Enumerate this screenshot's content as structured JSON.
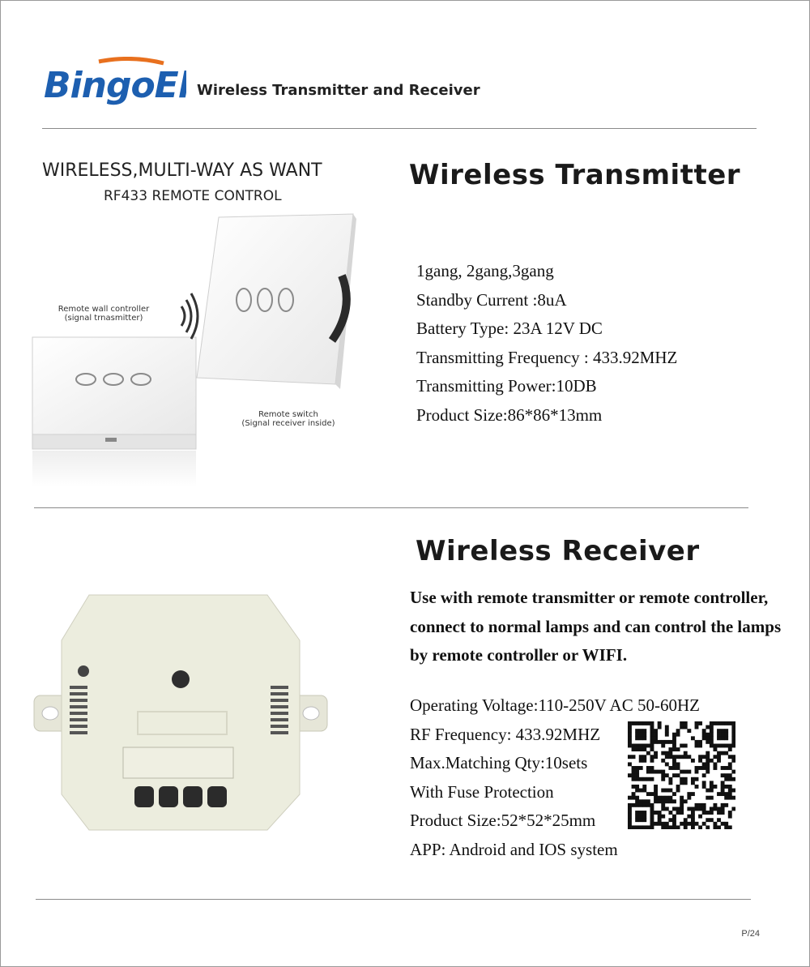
{
  "header": {
    "logo_text": "BingoElec",
    "title": "Wireless Transmitter and Receiver"
  },
  "transmitter": {
    "image": {
      "headline": "WIRELESS,MULTI-WAY AS WANT",
      "subline": "RF433 REMOTE CONTROL",
      "label_controller": "Remote wall controller",
      "label_controller_sub": "(signal trnasmitter)",
      "label_switch": "Remote switch",
      "label_switch_sub": "(Signal receiver inside)"
    },
    "title": "Wireless Transmitter",
    "specs": [
      "1gang, 2gang,3gang",
      "Standby Current :8uA",
      "Battery Type: 23A 12V DC",
      "Transmitting Frequency : 433.92MHZ",
      "Transmitting Power:10DB",
      "Product Size:86*86*13mm"
    ]
  },
  "receiver": {
    "title": "Wireless Receiver",
    "description": [
      "Use with remote transmitter or remote controller,",
      "connect to normal lamps and can control the lamps",
      "by remote controller or WIFI."
    ],
    "specs": [
      "Operating Voltage:110-250V AC 50-60HZ",
      "RF Frequency: 433.92MHZ",
      "Max.Matching Qty:10sets",
      "With Fuse Protection",
      "Product Size:52*52*25mm",
      "APP: Android and IOS system"
    ]
  },
  "footer": {
    "page": "P/24"
  },
  "colors": {
    "logo_blue": "#1d5fb0",
    "logo_orange": "#e8701e",
    "rule": "#8a8a8a"
  }
}
